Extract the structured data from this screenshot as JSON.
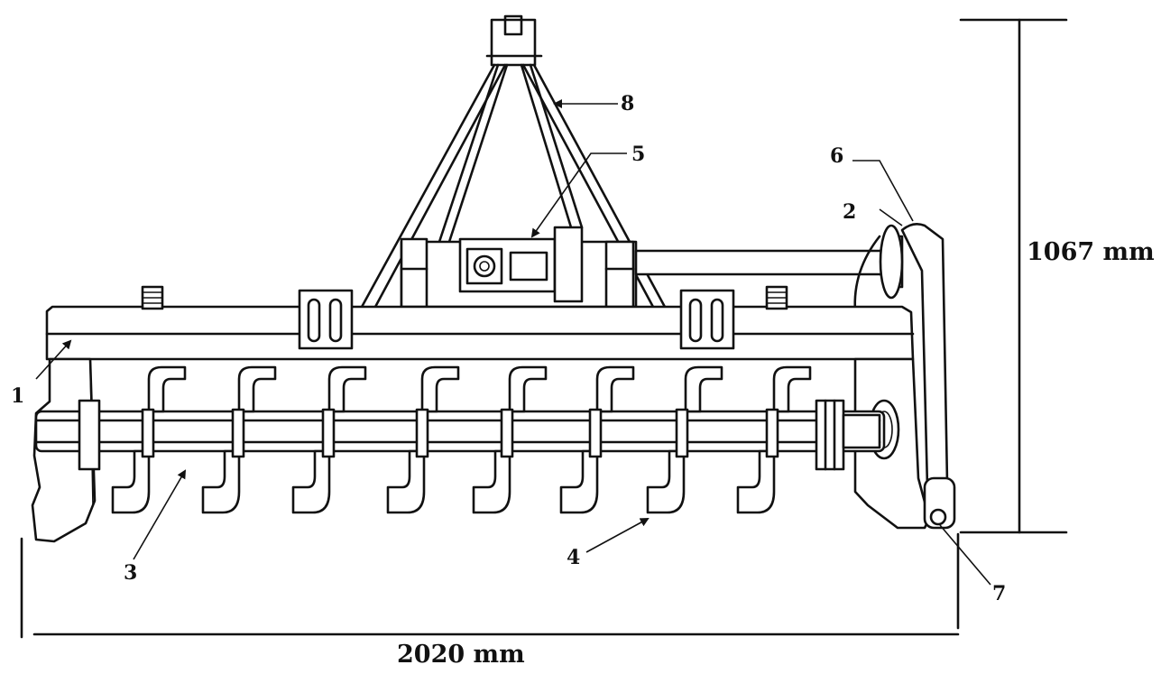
{
  "diagram": {
    "labels": {
      "l1": "1",
      "l2": "2",
      "l3": "3",
      "l4": "4",
      "l5": "5",
      "l6": "6",
      "l7": "7",
      "l8": "8"
    },
    "dimensions": {
      "width": "2020 mm",
      "height": "1067 mm"
    }
  }
}
